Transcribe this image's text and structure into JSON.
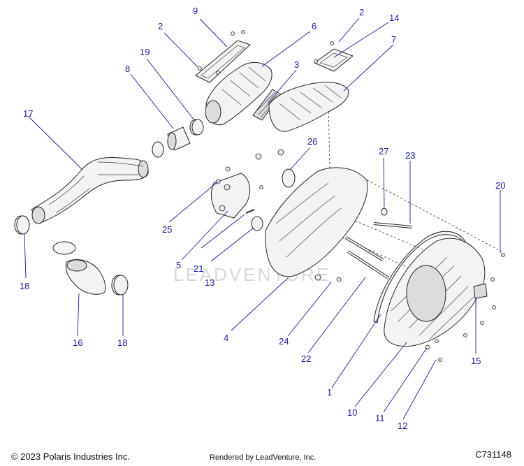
{
  "diagram": {
    "callouts": [
      "9",
      "2",
      "6",
      "2",
      "14",
      "19",
      "8",
      "7",
      "3",
      "17",
      "26",
      "27",
      "23",
      "20",
      "25",
      "5",
      "21",
      "13",
      "18",
      "4",
      "24",
      "22",
      "16",
      "18",
      "15",
      "1",
      "10",
      "11",
      "12"
    ]
  },
  "footer": {
    "copyright": "© 2023 Polaris Industries Inc.",
    "rendered_by": "Rendered by LeadVenture, Inc.",
    "part_number": "C731148"
  },
  "watermark": "LEADVENTURE",
  "colors": {
    "callout": "#1a1aa8",
    "lines": "#222222"
  }
}
